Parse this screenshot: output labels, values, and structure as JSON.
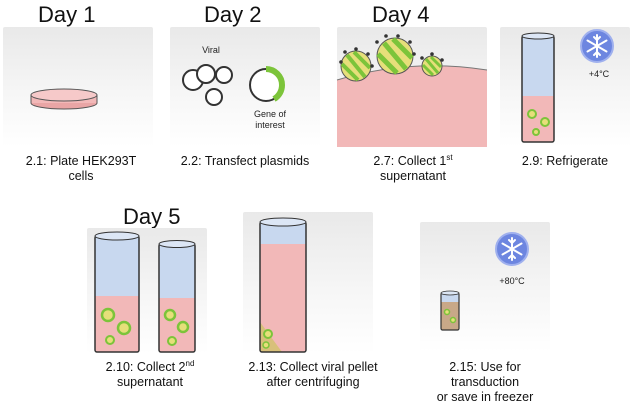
{
  "days": {
    "day1": "Day 1",
    "day2": "Day 2",
    "day4": "Day 4",
    "day5": "Day 5"
  },
  "steps": {
    "s2_1": {
      "line1": "2.1: Plate HEK293T",
      "line2": "cells"
    },
    "s2_2": {
      "line1": "2.2: Transfect plasmids"
    },
    "s2_7": {
      "line1_main": "2.7: Collect 1",
      "line1_sup": "st",
      "line2": "supernatant"
    },
    "s2_9": {
      "line1": "2.9: Refrigerate"
    },
    "s2_10": {
      "line1_main": "2.10: Collect 2",
      "line1_sup": "nd",
      "line2": "supernatant"
    },
    "s2_13": {
      "line1": "2.13: Collect viral pellet",
      "line2": "after centrifuging"
    },
    "s2_15": {
      "line1": "2.15: Use for",
      "line2": "transduction",
      "line3": "or save in freezer"
    }
  },
  "labels": {
    "viral": "Viral",
    "gene_of_interest_1": "Gene of",
    "gene_of_interest_2": "interest",
    "temp_fridge": "+4°C",
    "temp_freezer": "+80°C"
  },
  "icons": {
    "snowflake": "snowflake-icon"
  },
  "colors": {
    "media_pink": "#f2b8b8",
    "tube_blue": "#c8d8ef",
    "virus_green": "#7cc43a",
    "virus_yellow": "#e6df7a",
    "snow_badge": "#6d86e0"
  }
}
